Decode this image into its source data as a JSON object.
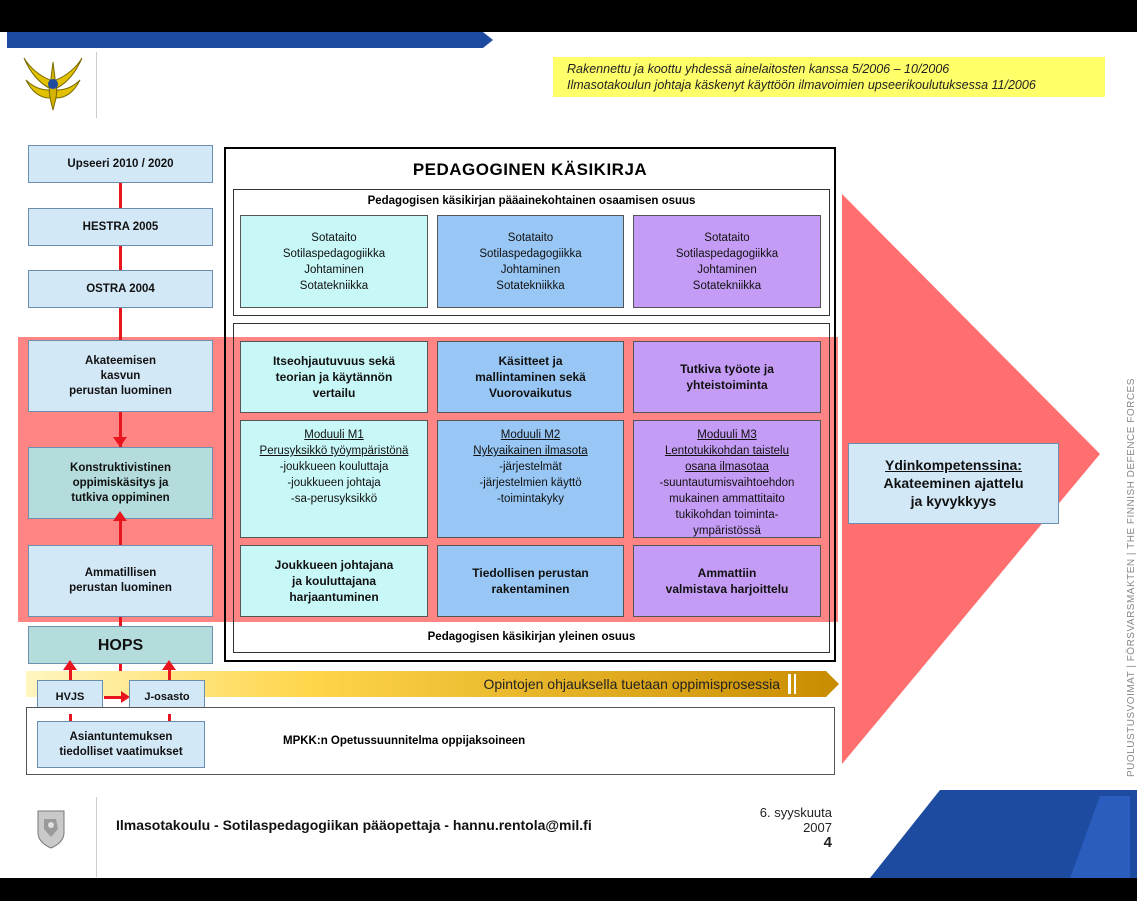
{
  "note": {
    "line1": "Rakennettu ja koottu yhdessä ainelaitosten kanssa 5/2006 – 10/2006",
    "line2": "Ilmasotakoulun johtaja käskenyt käyttöön ilmavoimien upseerikoulutuksessa 11/2006"
  },
  "left": {
    "upseeri": "Upseeri 2010 / 2020",
    "hestra": "HESTRA 2005",
    "ostra": "OSTRA 2004",
    "akat": [
      "Akateemisen",
      "kasvun",
      "perustan luominen"
    ],
    "konstr": [
      "Konstruktivistinen",
      "oppimiskäsitys ja",
      "tutkiva oppiminen"
    ],
    "ammat": [
      "Ammatillisen",
      "perustan luominen"
    ],
    "hops": "HOPS",
    "hvjs": "HVJS",
    "josasto": "J-osasto",
    "asiant": [
      "Asiantuntemuksen",
      "tiedolliset vaatimukset"
    ]
  },
  "center": {
    "title": "PEDAGOGINEN KÄSIKIRJA",
    "subtitle": "Pedagogisen käsikirjan pääainekohtainen osaamisen osuus",
    "subjects": [
      "Sotataito",
      "Sotilaspedagogiikka",
      "Johtaminen",
      "Sotatekniikka"
    ],
    "row1": [
      [
        "Itseohjautuvuus sekä",
        "teorian ja käytännön",
        "vertailu"
      ],
      [
        "Käsitteet ja",
        "mallintaminen sekä",
        "Vuorovaikutus"
      ],
      [
        "Tutkiva työote ja",
        "yhteistoiminta"
      ]
    ],
    "mod1": {
      "title": "Moduuli M1",
      "lines": [
        "Perusyksikkö työympäristönä",
        "-joukkueen kouluttaja",
        "-joukkueen johtaja",
        "-sa-perusyksikkö"
      ]
    },
    "mod2": {
      "title": "Moduuli M2",
      "lines": [
        "Nykyaikainen ilmasota",
        "-järjestelmät",
        "-järjestelmien käyttö",
        "-toimintakyky"
      ]
    },
    "mod3": {
      "title": "Moduuli M3",
      "lines": [
        "Lentotukikohdan taistelu",
        "osana ilmasotaa",
        "-suuntautumisvaihtoehdon",
        "mukainen ammattitaito",
        "tukikohdan toiminta-",
        "ympäristössä"
      ]
    },
    "row3": [
      [
        "Joukkueen johtajana",
        "ja kouluttajana",
        "harjaantuminen"
      ],
      [
        "Tiedollisen perustan",
        "rakentaminen"
      ],
      [
        "Ammattiin",
        "valmistava harjoittelu"
      ]
    ],
    "footer": "Pedagogisen käsikirjan yleinen osuus"
  },
  "banner": "Opintojen ohjauksella tuetaan oppimisprosessia",
  "mpkk": "MPKK:n Opetussuunnitelma oppijaksoineen",
  "core": {
    "title": "Ydinkompetenssina:",
    "l2": "Akateeminen ajattelu",
    "l3": "ja kyvykkyys"
  },
  "side_text": "PUOLUSTUSVOIMAT  |  FÖRSVARSMAKTEN  |  THE FINNISH DEFENCE FORCES",
  "footer": {
    "text": "Ilmasotakoulu - Sotilaspedagogiikan pääopettaja - hannu.rentola@mil.fi",
    "date1": "6. syyskuuta",
    "date2": "2007",
    "page": "4"
  },
  "colors": {
    "blue": "#1d4ba0",
    "note": "#ffff6a",
    "red": "#e8151e",
    "salmon": "#ff6f6f",
    "cyan": "#c8f7f7",
    "midblue": "#99c7f5",
    "violet": "#c59cf5"
  }
}
